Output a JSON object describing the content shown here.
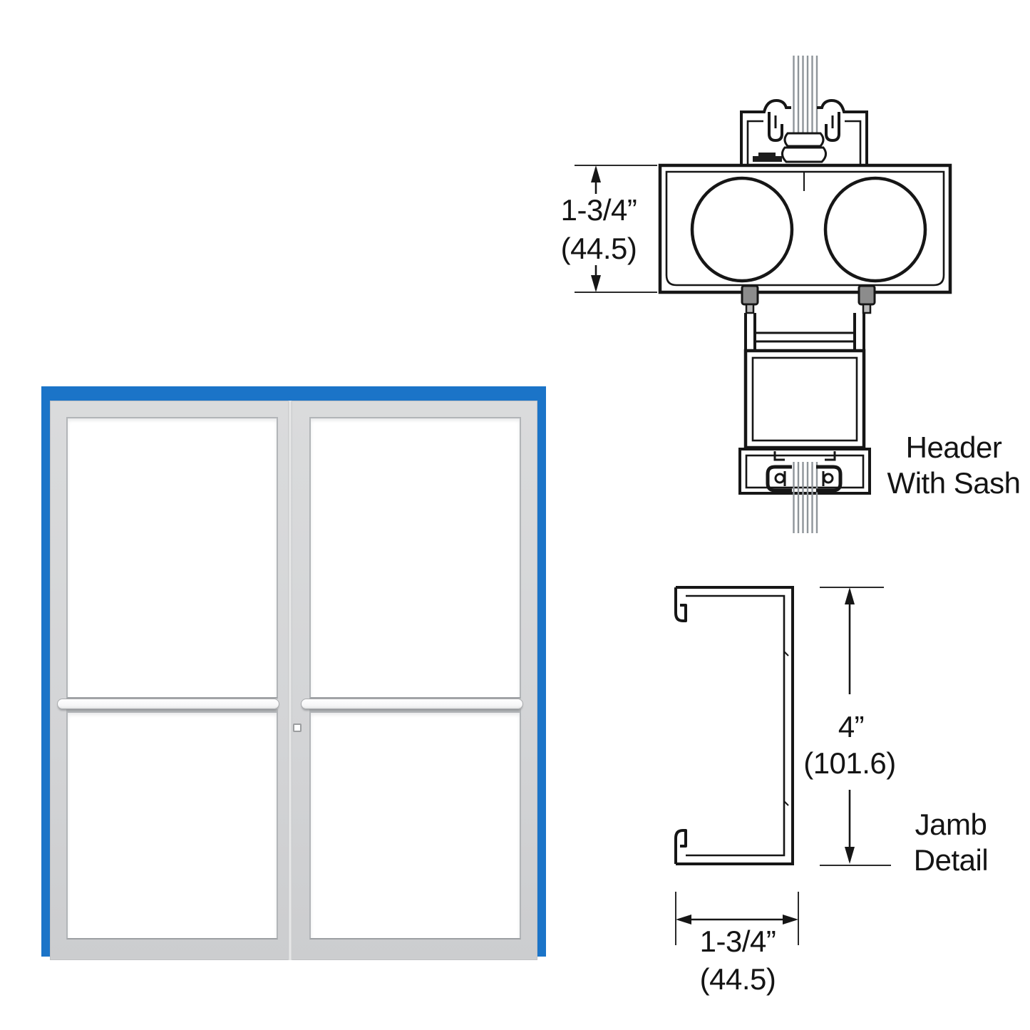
{
  "door": {
    "description": "aluminum double entrance door elevation",
    "frame_color": "#1b74c8",
    "aluminum_color": "#d5d6d8",
    "glass_color": "#ffffff"
  },
  "header_detail": {
    "dimension_inches": "1-3/4”",
    "dimension_mm": "(44.5)",
    "label_line1": "Header",
    "label_line2": "With Sash"
  },
  "jamb_detail": {
    "height_inches": "4”",
    "height_mm": "(101.6)",
    "width_inches": "1-3/4”",
    "width_mm": "(44.5)",
    "label_line1": "Jamb",
    "label_line2": "Detail"
  }
}
